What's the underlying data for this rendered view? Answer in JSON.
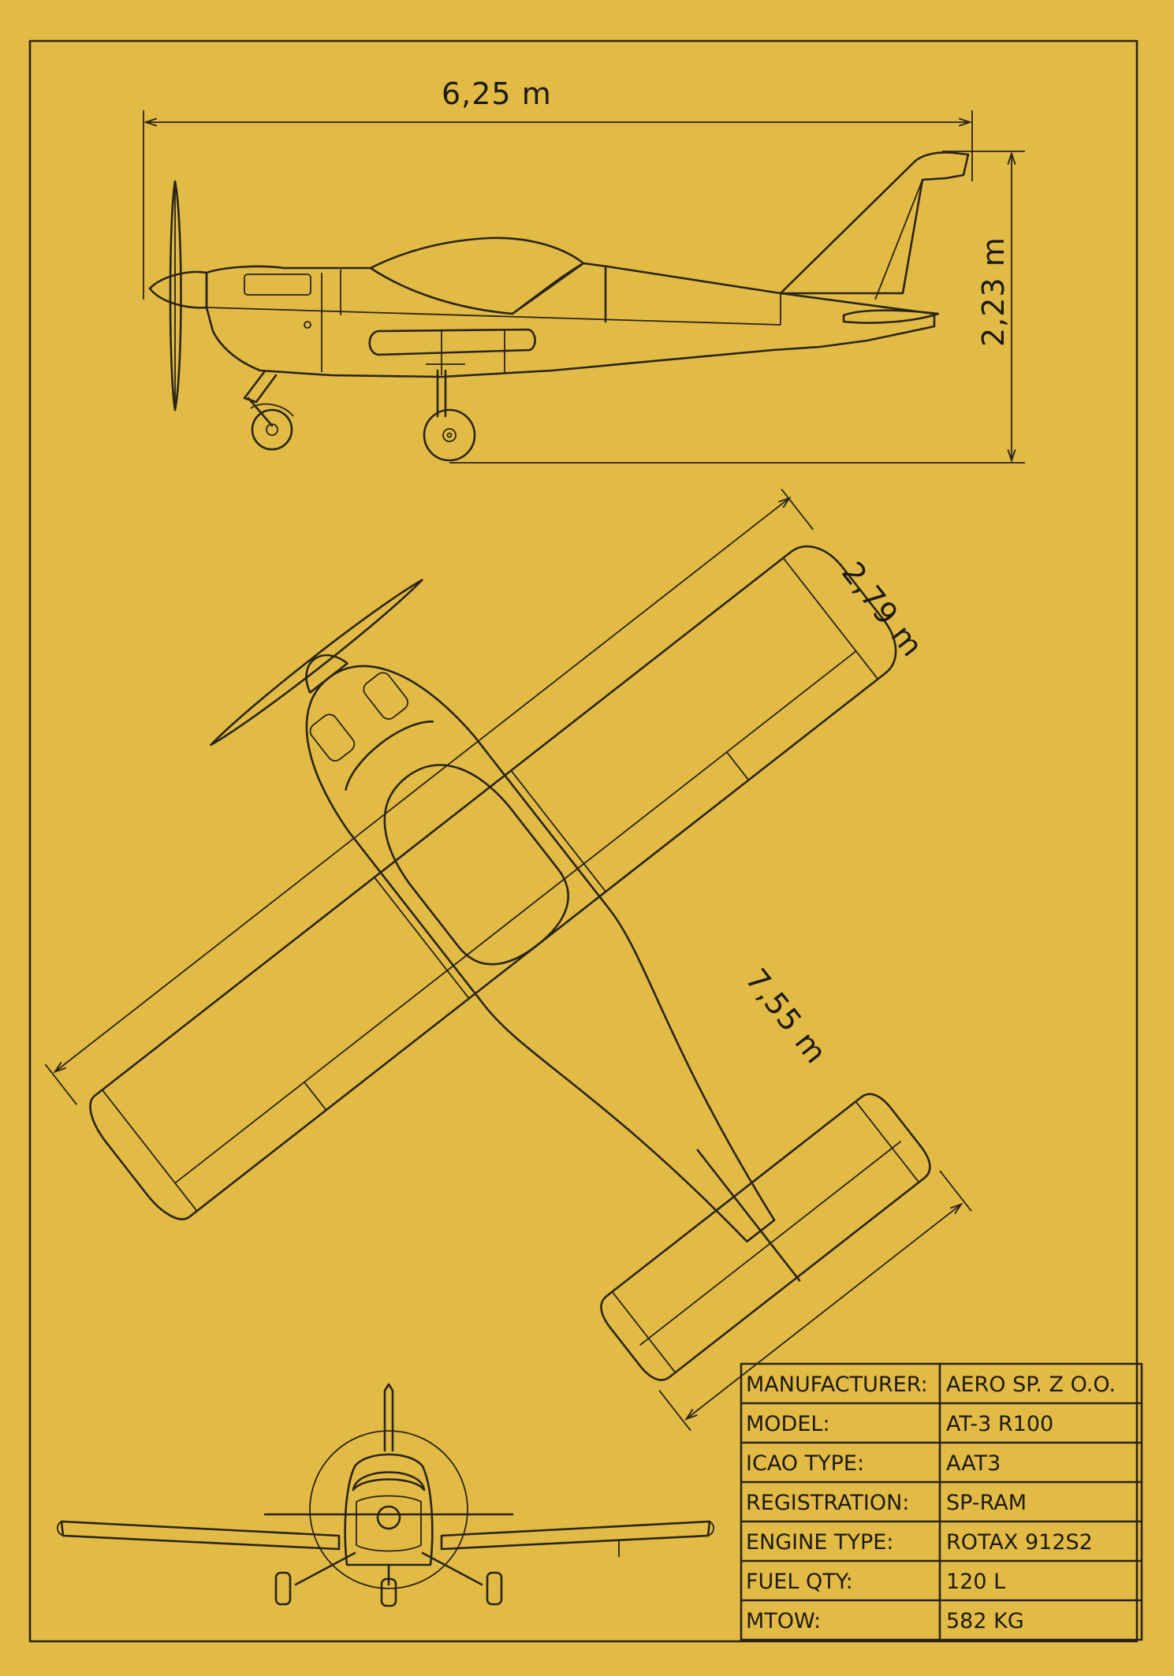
{
  "colors": {
    "paper": "#e2bb46",
    "ink": "#2a2418"
  },
  "dimensions": {
    "length": "6,25 m",
    "height": "2,23 m",
    "tail_span": "2,79 m",
    "wing_span": "7,55 m"
  },
  "spec_table": {
    "rows": [
      {
        "label": "MANUFACTURER:",
        "value": "AERO SP. Z O.O."
      },
      {
        "label": "MODEL:",
        "value": "AT-3 R100"
      },
      {
        "label": "ICAO TYPE:",
        "value": "AAT3"
      },
      {
        "label": "REGISTRATION:",
        "value": "SP-RAM"
      },
      {
        "label": "ENGINE TYPE:",
        "value": "ROTAX 912S2"
      },
      {
        "label": "FUEL QTY:",
        "value": "120 L"
      },
      {
        "label": "MTOW:",
        "value": "582 KG"
      }
    ]
  }
}
